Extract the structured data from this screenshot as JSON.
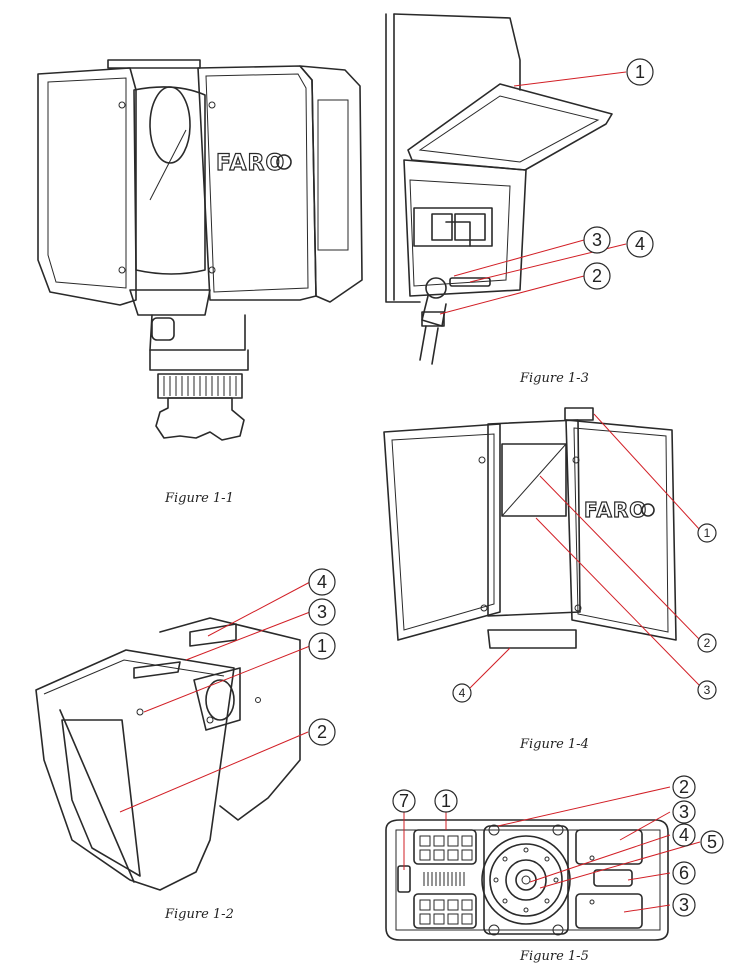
{
  "brand_logo": "FARO",
  "figures": [
    {
      "id": "fig1",
      "caption": "Figure 1-1",
      "callouts": []
    },
    {
      "id": "fig3",
      "caption": "Figure 1-3",
      "callouts": [
        "1",
        "3",
        "4",
        "2"
      ]
    },
    {
      "id": "fig4",
      "caption": "Figure 1-4",
      "callouts": [
        "1",
        "2",
        "3",
        "4"
      ]
    },
    {
      "id": "fig2",
      "caption": "Figure 1-2",
      "callouts": [
        "4",
        "3",
        "1",
        "2"
      ]
    },
    {
      "id": "fig5",
      "caption": "Figure 1-5",
      "callouts": [
        "2",
        "3",
        "4",
        "5",
        "7",
        "1",
        "6",
        "3"
      ]
    }
  ]
}
